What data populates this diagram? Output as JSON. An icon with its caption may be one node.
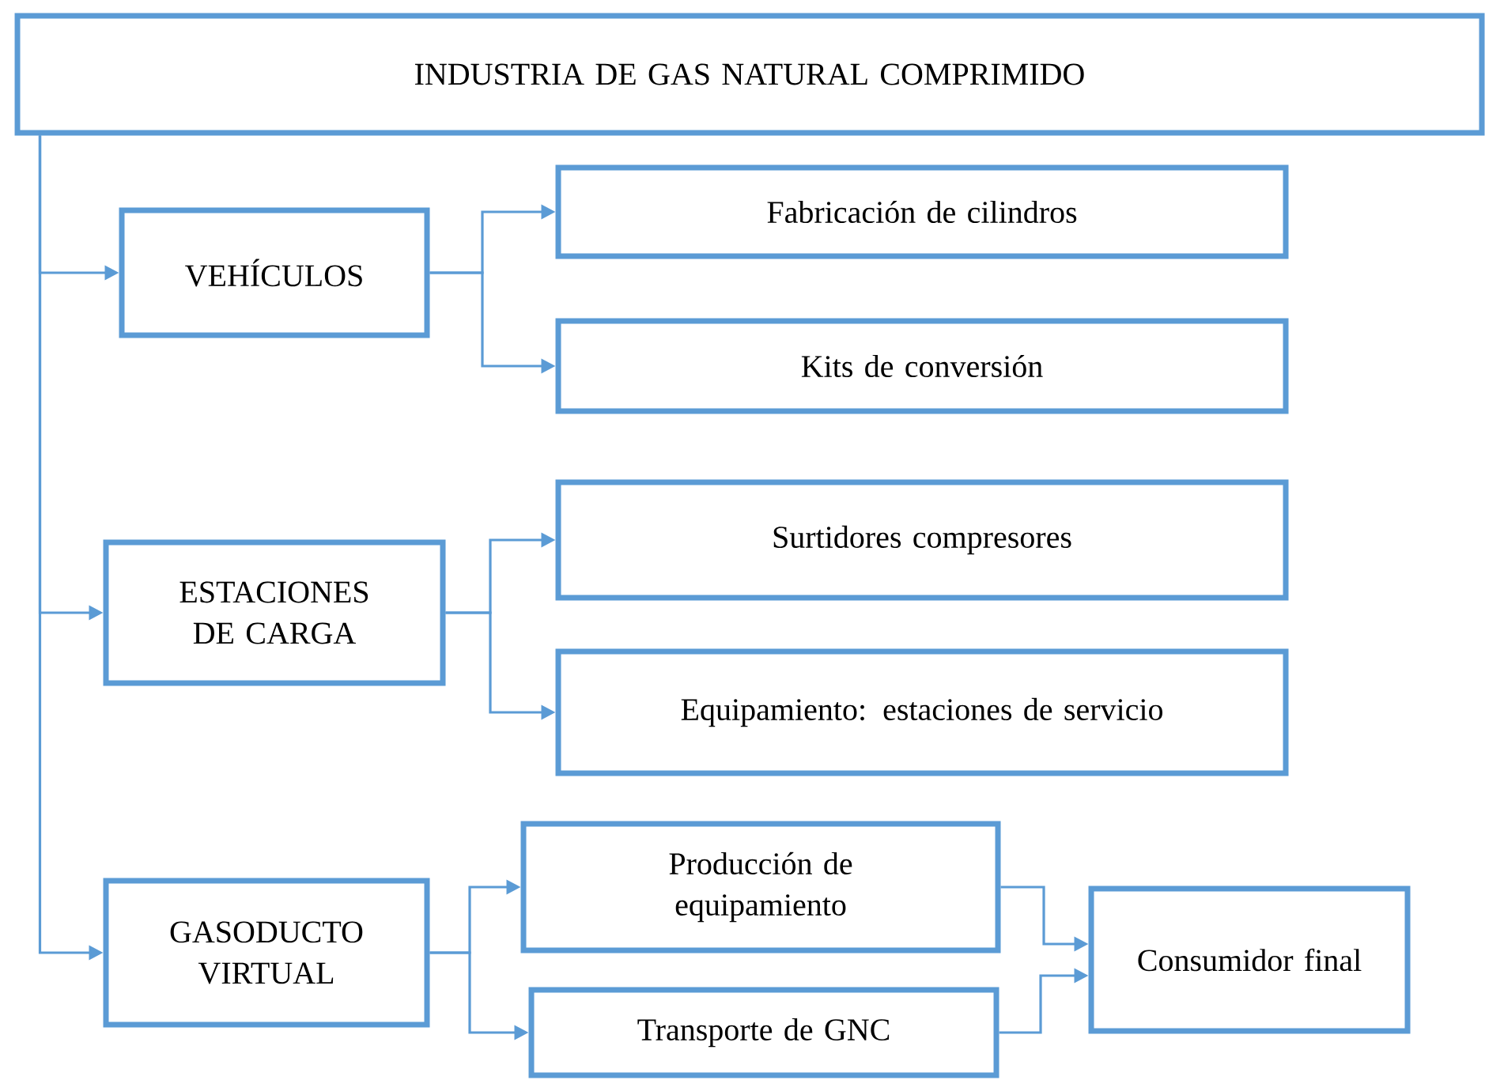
{
  "diagram": {
    "nodes": [
      {
        "text": [
          "INDUSTRIA DE GAS NATURAL COMPRIMIDO"
        ]
      },
      {
        "text": [
          "VEHÍCULOS"
        ]
      },
      {
        "text": [
          "Fabricación de cilindros"
        ]
      },
      {
        "text": [
          "Kits de conversión"
        ]
      },
      {
        "text": [
          "ESTACIONES DE CARGA"
        ]
      },
      {
        "text": [
          "Surtidores compresores"
        ]
      },
      {
        "text": [
          "Equipamiento: estaciones de servicio"
        ]
      },
      {
        "text": [
          "GASODUCTO VIRTUAL"
        ]
      },
      {
        "text": [
          "Producción de equipamiento"
        ]
      },
      {
        "text": [
          "Transporte de GNC"
        ]
      },
      {
        "text": [
          "Consumidor final"
        ]
      }
    ],
    "edges": [
      {
        "from": 0,
        "to": 1,
        "arrow": "to"
      },
      {
        "from": 0,
        "to": 4,
        "arrow": "to"
      },
      {
        "from": 0,
        "to": 7,
        "arrow": "to"
      },
      {
        "from": 1,
        "to": 2,
        "arrow": "to"
      },
      {
        "from": 1,
        "to": 3,
        "arrow": "to"
      },
      {
        "from": 4,
        "to": 5,
        "arrow": "to"
      },
      {
        "from": 4,
        "to": 6,
        "arrow": "to"
      },
      {
        "from": 7,
        "to": 8,
        "arrow": "to"
      },
      {
        "from": 7,
        "to": 9,
        "arrow": "to"
      },
      {
        "from": 8,
        "to": 10,
        "arrow": "to"
      },
      {
        "from": 9,
        "to": 10,
        "arrow": "to"
      }
    ]
  }
}
